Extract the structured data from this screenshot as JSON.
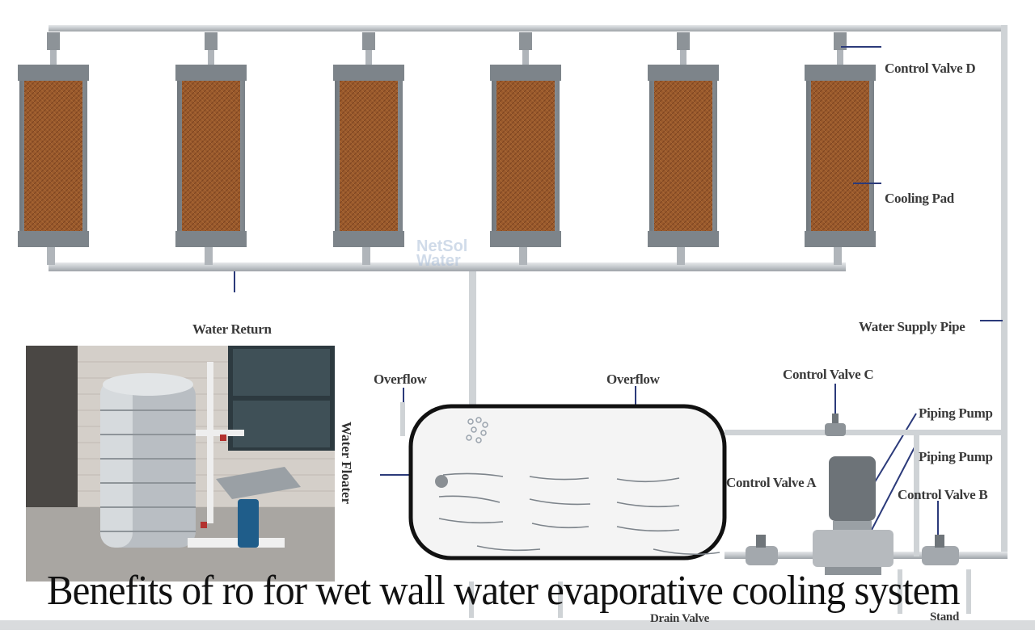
{
  "labels": {
    "control_valve_d": "Control Valve D",
    "cooling_pad": "Cooling Pad",
    "water_return": "Water Return",
    "water_supply_pipe": "Water Supply Pipe",
    "overflow_left": "Overflow",
    "overflow_center": "Overflow",
    "control_valve_c": "Control Valve C",
    "piping_pump_1": "Piping Pump",
    "piping_pump_2": "Piping Pump",
    "control_valve_a": "Control Valve A",
    "control_valve_b": "Control Valve B",
    "water_floater": "Water Floater",
    "drain_valve": "Drain Valve",
    "stand": "Stand"
  },
  "watermark": {
    "line1": "NetSol",
    "line2": "Water"
  },
  "caption": "Benefits of ro for wet wall water evaporative cooling system",
  "colors": {
    "pad": "#9a5a2c",
    "frame": "#8f969c",
    "pipe": "#c4c8cc",
    "tank_border": "#111111"
  }
}
